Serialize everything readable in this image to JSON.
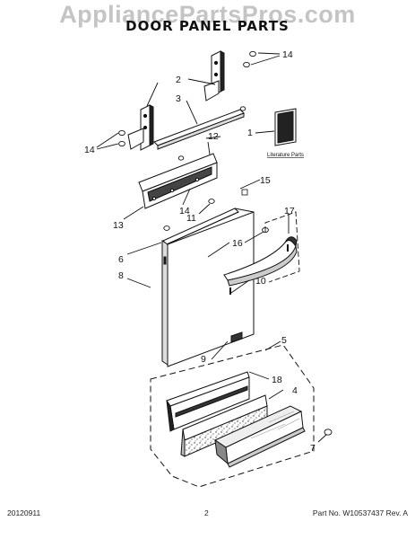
{
  "watermark": "AppliancePartsPros.com",
  "title": "DOOR PANEL PARTS",
  "callouts": {
    "c1": "1",
    "c2": "2",
    "c3": "3",
    "c4": "4",
    "c5": "5",
    "c6": "6",
    "c7": "7",
    "c8": "8",
    "c9": "9",
    "c10": "10",
    "c11": "11",
    "c12": "12",
    "c13": "13",
    "c14a": "14",
    "c14b": "14",
    "c14c": "14",
    "c15": "15",
    "c16": "16",
    "c17": "17",
    "c18": "18"
  },
  "literature_label": "Literature Parts",
  "footer": {
    "date": "20120911",
    "page": "2",
    "part": "Part No. W10537437  Rev. A"
  }
}
